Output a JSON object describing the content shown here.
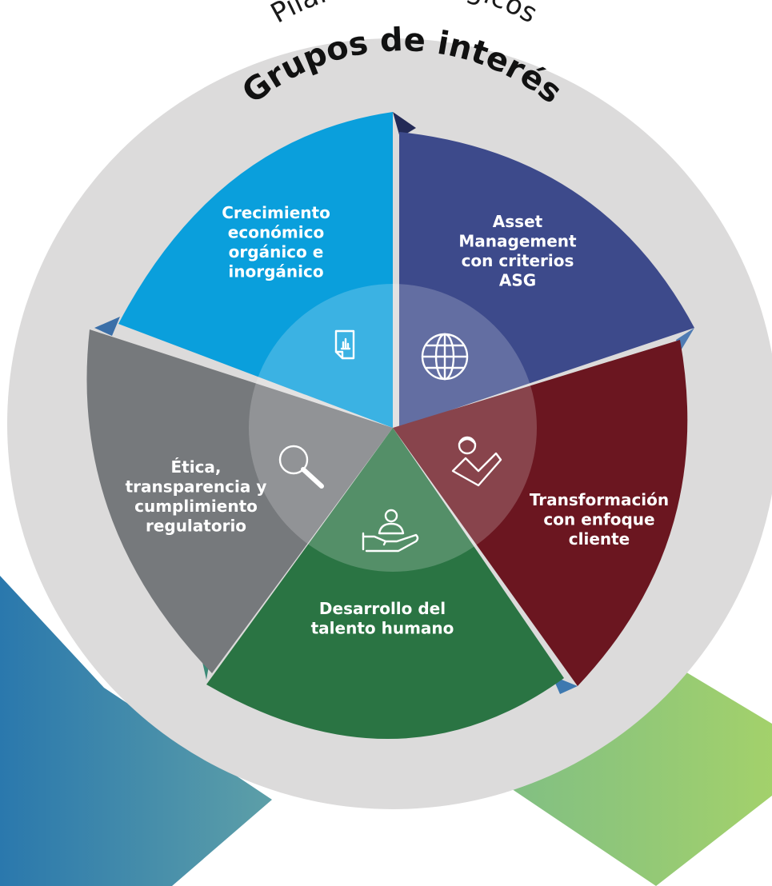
{
  "outer_ring_title": "Pilares estratégicos",
  "inner_ring_title": "Grupos de interés",
  "segments": [
    {
      "lines": [
        "Crecimiento",
        "económico",
        "orgánico e",
        "inorgánico"
      ],
      "color": "#0a9fdc",
      "icon": "report-chart-icon"
    },
    {
      "lines": [
        "Asset",
        "Management",
        "con criterios",
        "ASG"
      ],
      "color": "#3d4a8b",
      "icon": "globe-icon"
    },
    {
      "lines": [
        "Transformación",
        "con enfoque",
        "cliente"
      ],
      "color": "#6b1620",
      "icon": "customer-service-icon"
    },
    {
      "lines": [
        "Desarrollo del",
        "talento humano"
      ],
      "color": "#2a7443",
      "icon": "hand-care-icon"
    },
    {
      "lines": [
        "Ética,",
        "transparencia y",
        "cumplimiento",
        "regulatorio"
      ],
      "color": "#76797c",
      "icon": "magnifier-icon"
    }
  ],
  "colors": {
    "ring": "#dcdbdb",
    "hub": "#ffffff",
    "ribbon_left_start": "#2a78ad",
    "ribbon_left_end": "#5d9fa8",
    "ribbon_right_start": "#7dbd86",
    "ribbon_right_end": "#a3d16b"
  }
}
